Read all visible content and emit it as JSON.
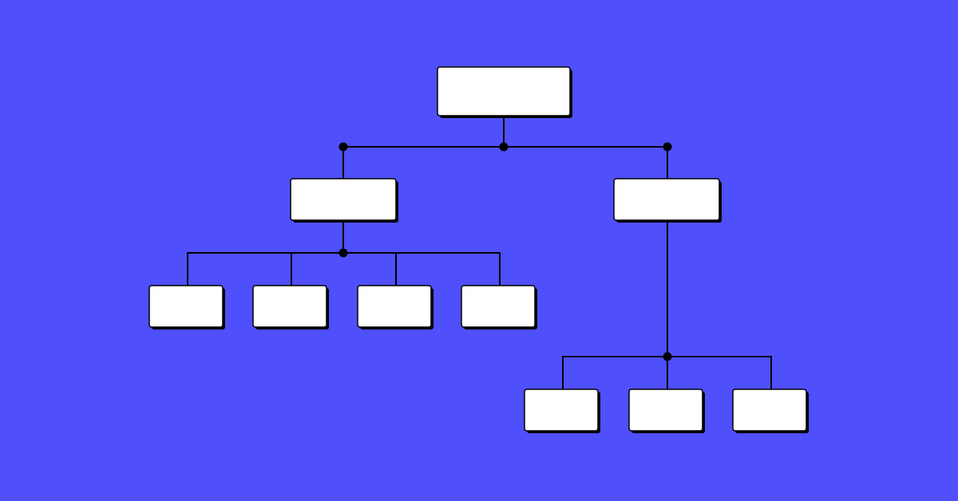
{
  "colors": {
    "background": "#4F4FFB",
    "node_fill": "#FFFFFF",
    "line": "#000000",
    "node_shadow": "#000000"
  },
  "tree": {
    "root": {
      "id": "root",
      "label": ""
    },
    "level1": [
      {
        "id": "left-branch",
        "label": ""
      },
      {
        "id": "right-branch",
        "label": ""
      }
    ],
    "left_children": [
      {
        "id": "left-child-1",
        "label": ""
      },
      {
        "id": "left-child-2",
        "label": ""
      },
      {
        "id": "left-child-3",
        "label": ""
      },
      {
        "id": "left-child-4",
        "label": ""
      }
    ],
    "right_children": [
      {
        "id": "right-child-1",
        "label": ""
      },
      {
        "id": "right-child-2",
        "label": ""
      },
      {
        "id": "right-child-3",
        "label": ""
      }
    ]
  }
}
